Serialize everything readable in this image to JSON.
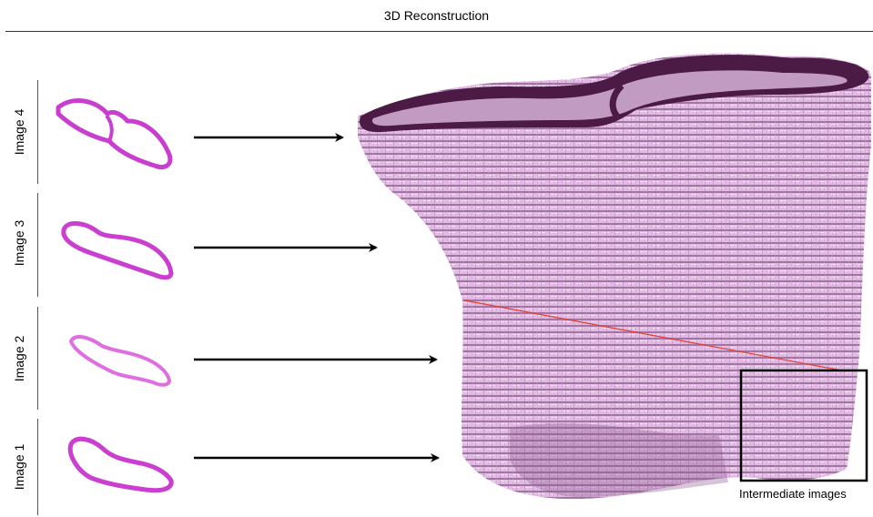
{
  "title": "3D Reconstruction",
  "rows": [
    {
      "label": "Image 4"
    },
    {
      "label": "Image 3"
    },
    {
      "label": "Image 2"
    },
    {
      "label": "Image 1"
    }
  ],
  "inset_caption": "Intermediate images",
  "colors": {
    "outline": "#cc3fcf",
    "model_body": "#d9a6dc",
    "model_rim": "#4b1a45",
    "section_line": "#e53a2e",
    "arrow": "#000000"
  }
}
